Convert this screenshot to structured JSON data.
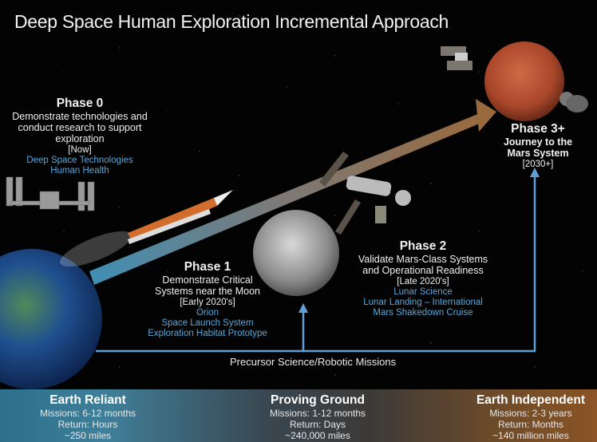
{
  "title": "Deep Space Human Exploration Incremental Approach",
  "phases": [
    {
      "title": "Phase 0",
      "description": [
        "Demonstrate technologies and",
        "conduct research to support",
        "exploration"
      ],
      "timeframe": "[Now]",
      "items": [
        "Deep Space Technologies",
        "Human Health"
      ]
    },
    {
      "title": "Phase 1",
      "description": [
        "Demonstrate Critical",
        "Systems near the Moon"
      ],
      "timeframe": "[Early 2020's]",
      "items": [
        "Orion",
        "Space Launch System",
        "Exploration Habitat Prototype"
      ]
    },
    {
      "title": "Phase 2",
      "description": [
        "Validate Mars-Class Systems",
        "and Operational Readiness"
      ],
      "timeframe": "[Late 2020's]",
      "items": [
        "Lunar Science",
        "Lunar Landing – International",
        "Mars Shakedown Cruise"
      ]
    },
    {
      "title": "Phase 3+",
      "description": [
        "Journey to the",
        "Mars System"
      ],
      "timeframe": "[2030+]",
      "items": []
    }
  ],
  "precursor_label": "Precursor Science/Robotic Missions",
  "bands": [
    {
      "title": "Earth Reliant",
      "missions": "Missions:  6-12 months",
      "return": "Return:  Hours",
      "distance": "~250 miles"
    },
    {
      "title": "Proving Ground",
      "missions": "Missions:  1-12 months",
      "return": "Return:  Days",
      "distance": "~240,000 miles"
    },
    {
      "title": "Earth Independent",
      "missions": "Missions:  2-3 years",
      "return": "Return:  Months",
      "distance": "~140 million miles"
    }
  ],
  "colors": {
    "accent_blue": "#5aa6d8",
    "arrow_start": "#3f8fb5",
    "arrow_end": "#9a6a3c",
    "line_blue": "#5f9fd6"
  },
  "icons": [
    "earth-image",
    "moon-image",
    "mars-image",
    "iss-image",
    "sls-rocket-image",
    "gateway-station-image",
    "mars-transit-habitat-image",
    "phobos-image",
    "deimos-image"
  ]
}
